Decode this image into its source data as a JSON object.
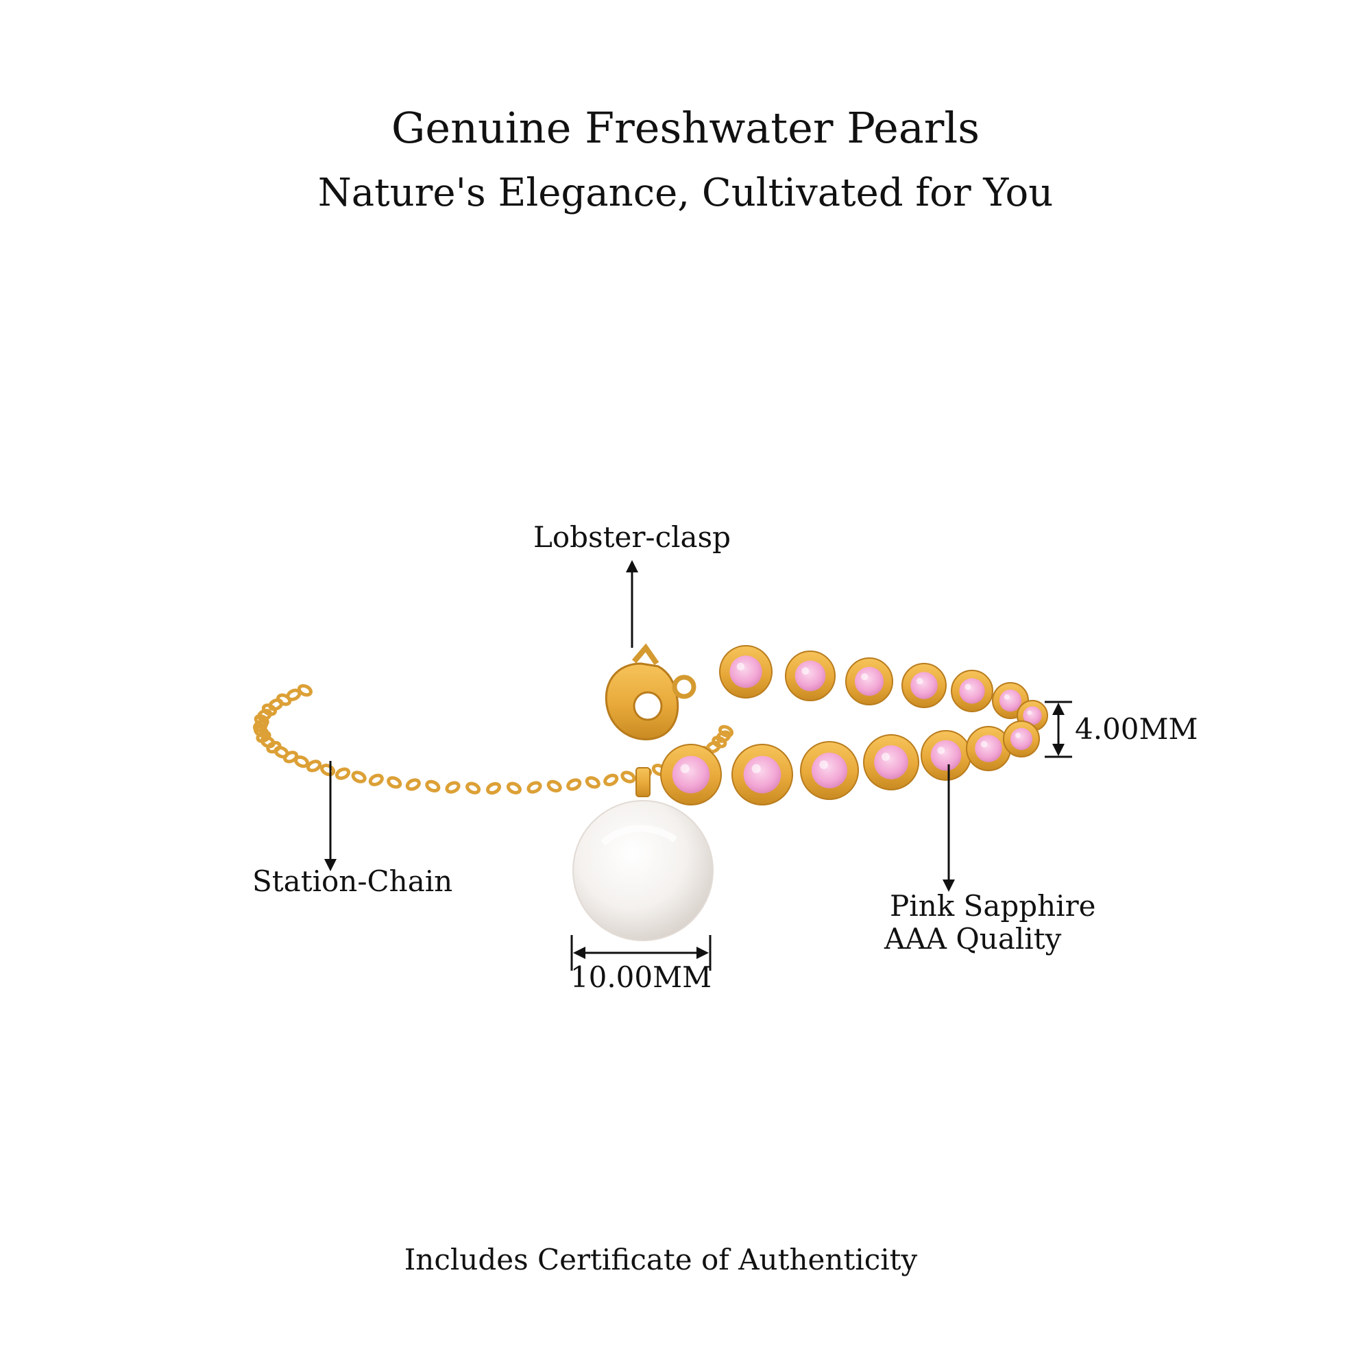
{
  "heading": {
    "title": "Genuine Freshwater Pearls",
    "subtitle": "Nature's Elegance, Cultivated for You"
  },
  "callouts": {
    "lobster_clasp": "Lobster-clasp",
    "station_chain": "Station-Chain",
    "sapphire_line1": "Pink Sapphire",
    "sapphire_line2": "AAA Quality",
    "pearl_size": "10.00MM",
    "stone_size": "4.00MM"
  },
  "footer": {
    "note": "Includes Certificate of Authenticity"
  },
  "colors": {
    "gold": "#e8a93a",
    "gold_dark": "#c4821c",
    "sapphire": "#f3a9d6",
    "pearl": "#f7f4f1",
    "text": "#111111"
  }
}
